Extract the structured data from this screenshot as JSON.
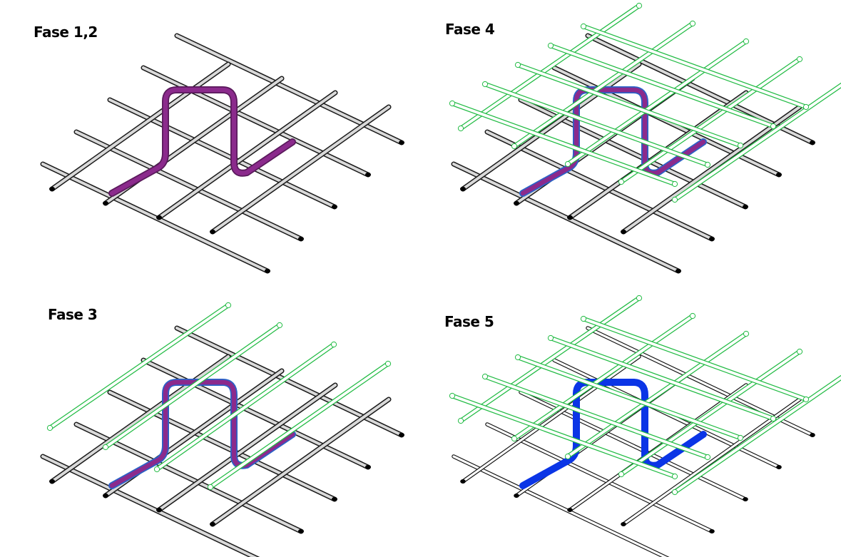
{
  "panels": [
    {
      "id": "p12",
      "label": "Fase 1,2",
      "mesh_style": "solid",
      "top_mesh": false,
      "stirrup_style": "purple"
    },
    {
      "id": "p4",
      "label": "Fase 4",
      "mesh_style": "solid",
      "top_mesh": true,
      "stirrup_style": "purple-blue"
    },
    {
      "id": "p3",
      "label": "Fase 3",
      "mesh_style": "solid",
      "top_mesh": false,
      "stirrup_style": "purple-blue"
    },
    {
      "id": "p5",
      "label": "Fase 5",
      "mesh_style": "wire",
      "top_mesh": true,
      "stirrup_style": "blue"
    }
  ],
  "colors": {
    "bar_fill": "#d9d9d9",
    "bar_outline": "#1a1a1a",
    "bar_end": "#000000",
    "top_mesh": "#22bb44",
    "stirrup_purple": "#8b2a8c",
    "stirrup_blue": "#0b35e6",
    "stirrup_edge_blue": "#2a62c8"
  }
}
